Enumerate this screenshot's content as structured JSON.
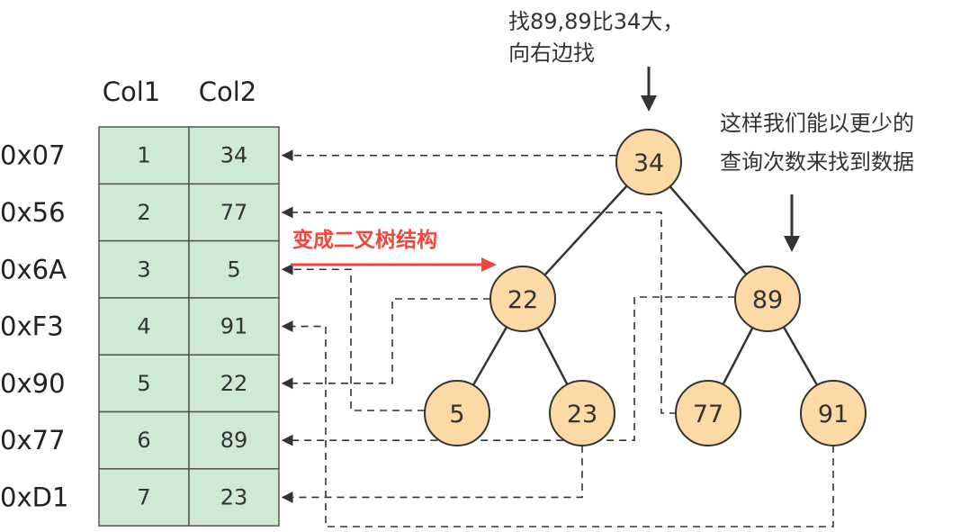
{
  "table": {
    "headers": [
      "Col1",
      "Col2"
    ],
    "rows": [
      {
        "address": "0x07",
        "col1": "1",
        "col2": "34"
      },
      {
        "address": "0x56",
        "col1": "2",
        "col2": "77"
      },
      {
        "address": "0x6A",
        "col1": "3",
        "col2": "5"
      },
      {
        "address": "0xF3",
        "col1": "4",
        "col2": "91"
      },
      {
        "address": "0x90",
        "col1": "5",
        "col2": "22"
      },
      {
        "address": "0x77",
        "col1": "6",
        "col2": "89"
      },
      {
        "address": "0xD1",
        "col1": "7",
        "col2": "23"
      }
    ]
  },
  "tree": {
    "nodes": [
      {
        "id": "n34",
        "label": "34"
      },
      {
        "id": "n22",
        "label": "22"
      },
      {
        "id": "n89",
        "label": "89"
      },
      {
        "id": "n5",
        "label": "5"
      },
      {
        "id": "n23",
        "label": "23"
      },
      {
        "id": "n77",
        "label": "77"
      },
      {
        "id": "n91",
        "label": "91"
      }
    ],
    "edges": [
      {
        "from": "n34",
        "to": "n22"
      },
      {
        "from": "n34",
        "to": "n89"
      },
      {
        "from": "n22",
        "to": "n5"
      },
      {
        "from": "n22",
        "to": "n23"
      },
      {
        "from": "n89",
        "to": "n77"
      },
      {
        "from": "n89",
        "to": "n91"
      }
    ]
  },
  "annotations": {
    "search_note_line1": "找89,89比34大，",
    "search_note_line2": "向右边找",
    "efficiency_note_line1": "这样我们能以更少的",
    "efficiency_note_line2": "查询次数来找到数据",
    "transform_label": "变成二叉树结构"
  },
  "colors": {
    "cell_fill": "#cfe9d3",
    "cell_border": "#555555",
    "node_fill": "#fcd9a5",
    "node_border": "#333333",
    "transform_color": "#f0473c",
    "pointer_line": "#333333"
  }
}
